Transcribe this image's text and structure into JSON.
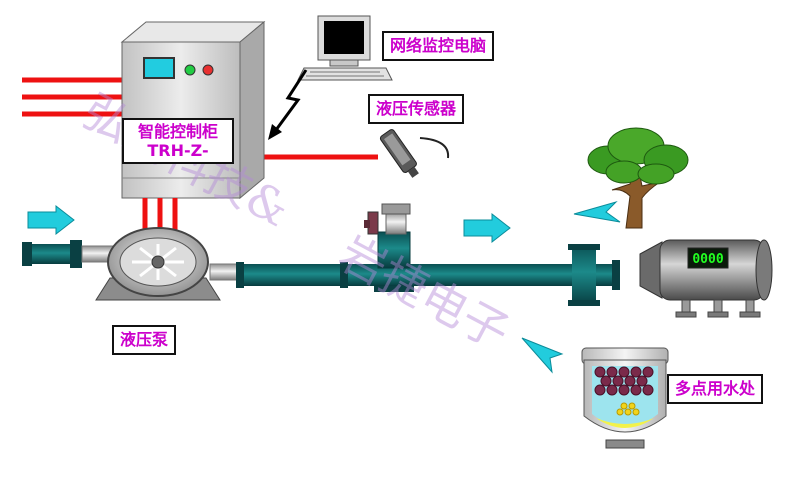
{
  "labels": {
    "computer": "网络监控电脑",
    "sensor": "液压传感器",
    "cabinet_line1": "智能控制柜",
    "cabinet_line2": "TRH-Z-",
    "pump": "液压泵",
    "water_point": "多点用水处"
  },
  "meter": {
    "display": "0000"
  },
  "watermark": {
    "line1": "弘尤科技&",
    "line2": "岩捷电子"
  },
  "colors": {
    "pipe": "#0e6a6a",
    "signal_wire": "#ee1111",
    "flow_arrow": "#22ccdd",
    "label_text": "#cc00cc",
    "cabinet": "#d8d8d8",
    "meter_digits": "#22ff22"
  },
  "icons": [
    "network-computer-icon",
    "lightning-signal-icon",
    "pressure-sensor-icon",
    "control-cabinet-icon",
    "hydraulic-pump-icon",
    "valve-icon",
    "tree-icon",
    "water-meter-icon",
    "water-tank-icon",
    "flow-arrow-icon"
  ]
}
